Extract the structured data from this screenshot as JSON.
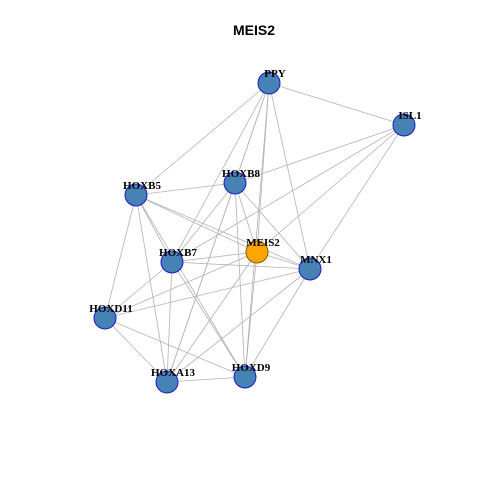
{
  "title": "MEIS2",
  "colors": {
    "node_fill": "#4682b4",
    "node_stroke": "#1a1acc",
    "center_fill": "#ffa500",
    "edge": "#b3b3b3"
  },
  "nodes": [
    {
      "id": "PPY",
      "label": "PPY",
      "center": false
    },
    {
      "id": "ISL1",
      "label": "ISL1",
      "center": false
    },
    {
      "id": "HOXB8",
      "label": "HOXB8",
      "center": false
    },
    {
      "id": "HOXB5",
      "label": "HOXB5",
      "center": false
    },
    {
      "id": "MEIS2",
      "label": "MEIS2",
      "center": true
    },
    {
      "id": "HOXB7",
      "label": "HOXB7",
      "center": false
    },
    {
      "id": "MNX1",
      "label": "MNX1",
      "center": false
    },
    {
      "id": "HOXD11",
      "label": "HOXD11",
      "center": false
    },
    {
      "id": "HOXD9",
      "label": "HOXD9",
      "center": false
    },
    {
      "id": "HOXA13",
      "label": "HOXA13",
      "center": false
    }
  ],
  "edges": [
    [
      "PPY",
      "ISL1"
    ],
    [
      "PPY",
      "HOXB5"
    ],
    [
      "PPY",
      "HOXB8"
    ],
    [
      "PPY",
      "HOXB7"
    ],
    [
      "PPY",
      "MEIS2"
    ],
    [
      "PPY",
      "MNX1"
    ],
    [
      "PPY",
      "HOXA13"
    ],
    [
      "PPY",
      "HOXD9"
    ],
    [
      "ISL1",
      "HOXB8"
    ],
    [
      "ISL1",
      "MEIS2"
    ],
    [
      "ISL1",
      "MNX1"
    ],
    [
      "ISL1",
      "HOXB7"
    ],
    [
      "HOXB8",
      "HOXB5"
    ],
    [
      "HOXB8",
      "HOXB7"
    ],
    [
      "HOXB8",
      "MEIS2"
    ],
    [
      "HOXB8",
      "MNX1"
    ],
    [
      "HOXB8",
      "HOXD9"
    ],
    [
      "HOXB8",
      "HOXA13"
    ],
    [
      "HOXB5",
      "HOXB7"
    ],
    [
      "HOXB5",
      "MEIS2"
    ],
    [
      "HOXB5",
      "MNX1"
    ],
    [
      "HOXB5",
      "HOXD11"
    ],
    [
      "HOXB5",
      "HOXA13"
    ],
    [
      "HOXB5",
      "HOXD9"
    ],
    [
      "HOXB7",
      "MEIS2"
    ],
    [
      "HOXB7",
      "MNX1"
    ],
    [
      "HOXB7",
      "HOXD11"
    ],
    [
      "HOXB7",
      "HOXA13"
    ],
    [
      "HOXB7",
      "HOXD9"
    ],
    [
      "MEIS2",
      "MNX1"
    ],
    [
      "MEIS2",
      "HOXD11"
    ],
    [
      "MEIS2",
      "HOXA13"
    ],
    [
      "MEIS2",
      "HOXD9"
    ],
    [
      "MNX1",
      "HOXD11"
    ],
    [
      "MNX1",
      "HOXA13"
    ],
    [
      "MNX1",
      "HOXD9"
    ],
    [
      "HOXD11",
      "HOXA13"
    ],
    [
      "HOXD11",
      "HOXD9"
    ],
    [
      "HOXA13",
      "HOXD9"
    ]
  ]
}
